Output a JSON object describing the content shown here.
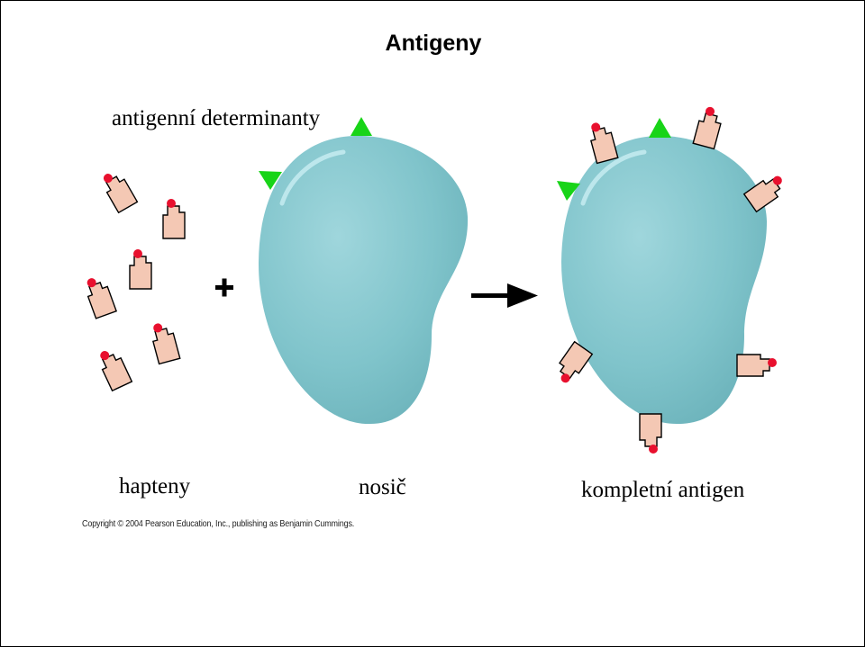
{
  "slide": {
    "title": "Antigeny",
    "determinants_label": "antigenní determinanty",
    "haptens_label": "hapteny",
    "carrier_label": "nosič",
    "complete_antigen_label": "kompletní antigen",
    "copyright": "Copyright © 2004 Pearson Education, Inc., publishing as Benjamin Cummings."
  },
  "colors": {
    "carrier_fill": "#7fc3cb",
    "hapten_fill": "#f4c8b4",
    "hapten_tip": "#e8102e",
    "determinant": "#18d418"
  }
}
